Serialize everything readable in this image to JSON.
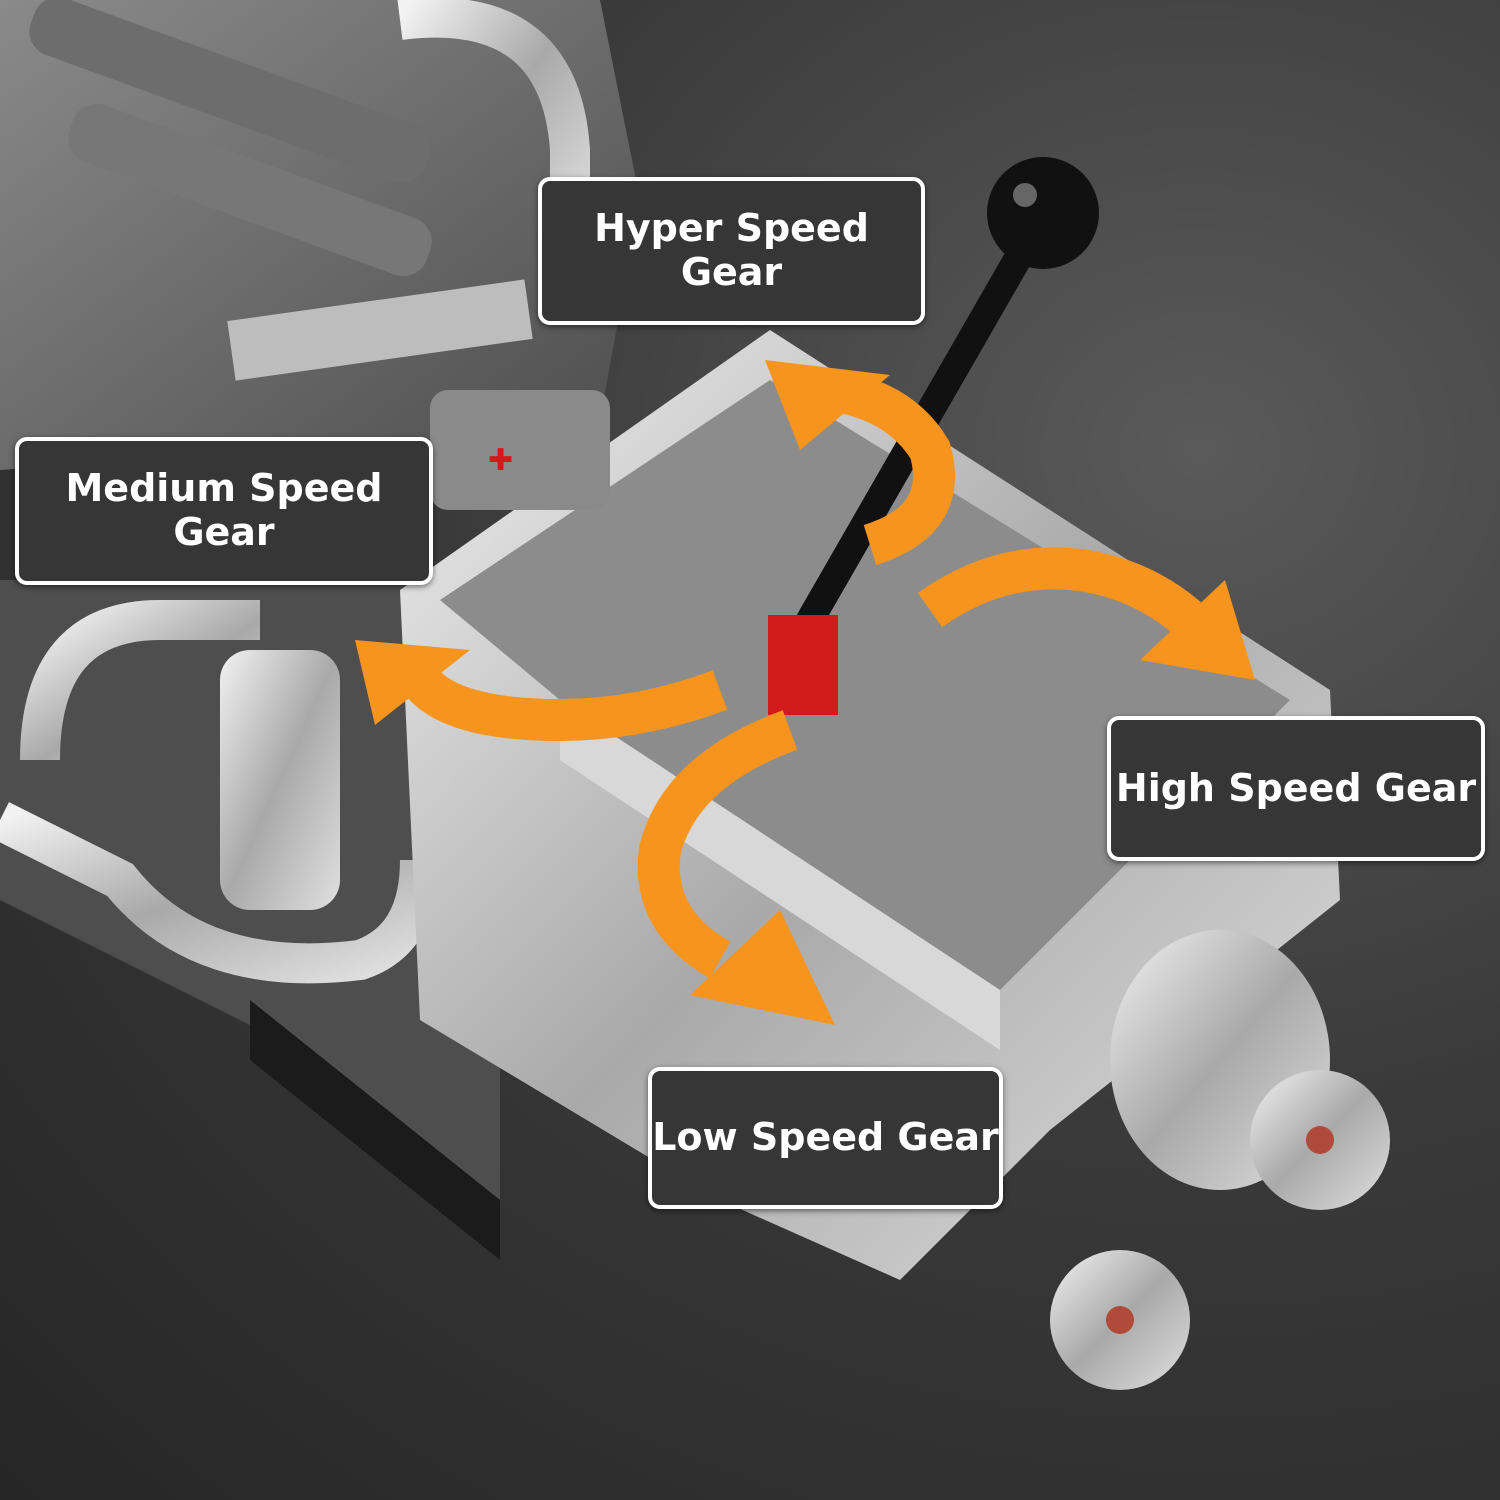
{
  "labels": {
    "hyper": "Hyper Speed Gear",
    "medium_line1": "Medium Speed",
    "medium_line2": "Gear",
    "high": "High Speed Gear",
    "low": "Low Speed Gear"
  },
  "colors": {
    "arrow": "#f7941d",
    "label_bg": "#363636",
    "label_border": "#ffffff",
    "lever": "#111111",
    "red_block": "#d11a1a"
  }
}
